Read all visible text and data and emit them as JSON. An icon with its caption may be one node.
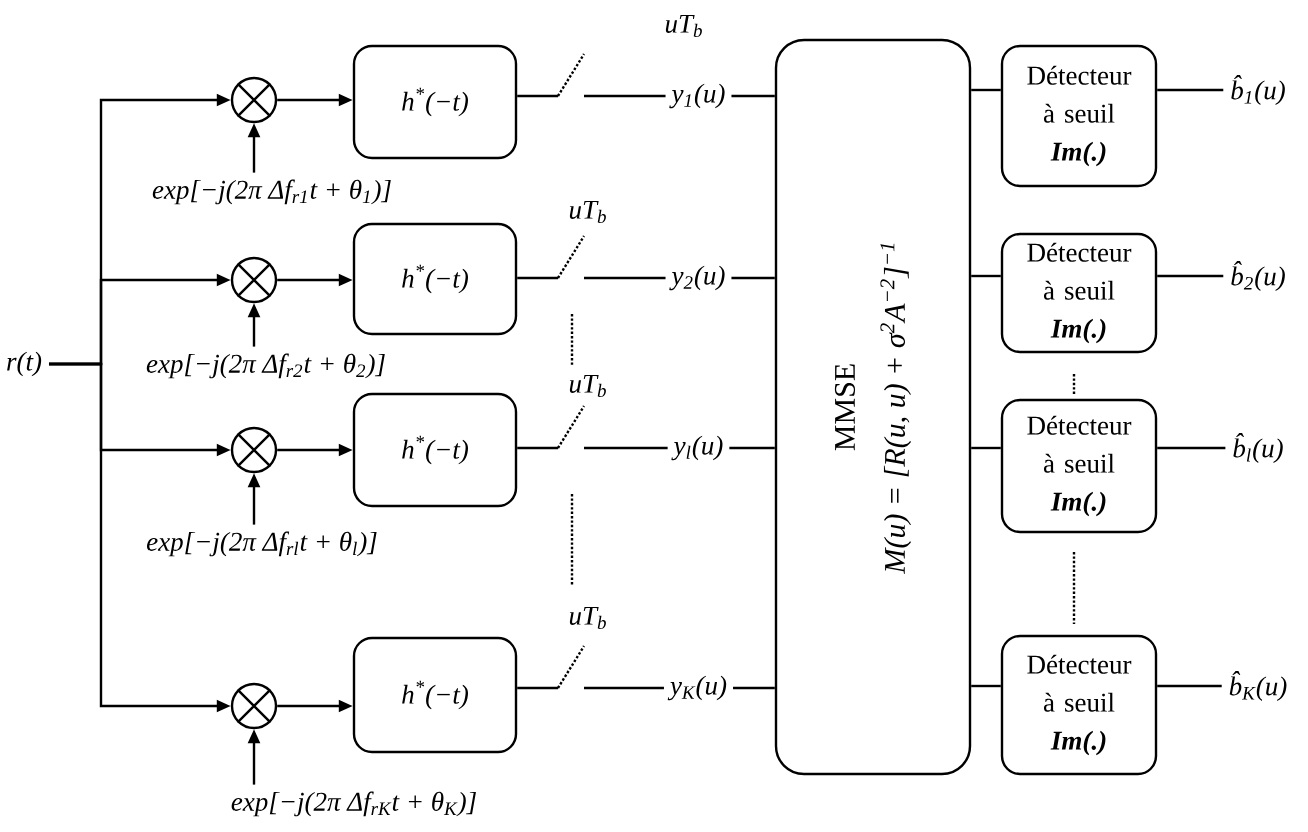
{
  "diagram": {
    "nodes": [
      {
        "text": [
          "r(t)"
        ]
      },
      {
        "text": [],
        "shape": "circle"
      },
      {
        "text": [],
        "shape": "circle"
      },
      {
        "text": [],
        "shape": "circle"
      },
      {
        "text": [],
        "shape": "circle"
      },
      {
        "text": [
          "exp[−j(2π Δf$_{r1}$t + θ$_{1}$)]"
        ]
      },
      {
        "text": [
          "exp[−j(2π Δf$_{r2}$t + θ$_{2}$)]"
        ]
      },
      {
        "text": [
          "exp[−j(2π Δf$_{rl}$t + θ$_{l}$)]"
        ]
      },
      {
        "text": [
          "exp[−j(2π Δf$_{rK}$t + θ$_{K}$)]"
        ]
      },
      {
        "text": [
          "h$^{*}$(−t)"
        ]
      },
      {
        "text": [
          "h$^{*}$(−t)"
        ]
      },
      {
        "text": [
          "h$^{*}$(−t)"
        ]
      },
      {
        "text": [
          "h$^{*}$(−t)"
        ]
      },
      {
        "text": [],
        "shape": "switch",
        "beside": [
          "uT$_{b}$"
        ]
      },
      {
        "text": [],
        "shape": "switch",
        "beside": [
          "uT$_{b}$"
        ]
      },
      {
        "text": [],
        "shape": "switch",
        "beside": [
          "uT$_{b}$"
        ]
      },
      {
        "text": [],
        "shape": "switch",
        "beside": [
          "uT$_{b}$"
        ]
      },
      {
        "text": [
          "MMSE",
          "M(u) = [R(u, u) + σ$^{2}$A$^{−2}$]$^{−1}$"
        ]
      },
      {
        "text": [
          "Détecteur à seuil",
          "Im(.)"
        ]
      },
      {
        "text": [
          "Détecteur à seuil",
          "Im(.)"
        ]
      },
      {
        "text": [
          "Détecteur à seuil",
          "Im(.)"
        ]
      },
      {
        "text": [
          "Détecteur à seuil",
          "Im(.)"
        ]
      },
      {
        "text": [
          "b̂$_{1}$(u)"
        ]
      },
      {
        "text": [
          "b̂$_{2}$(u)"
        ]
      },
      {
        "text": [
          "b̂$_{l}$(u)"
        ]
      },
      {
        "text": [
          "b̂$_{K}$(u)"
        ]
      }
    ],
    "edges": [
      {
        "from": 0,
        "to": 1,
        "arrow": "to"
      },
      {
        "from": 0,
        "to": 2,
        "arrow": "to"
      },
      {
        "from": 0,
        "to": 3,
        "arrow": "to"
      },
      {
        "from": 0,
        "to": 4,
        "arrow": "to"
      },
      {
        "from": 5,
        "to": 1,
        "arrow": "to"
      },
      {
        "from": 6,
        "to": 2,
        "arrow": "to"
      },
      {
        "from": 7,
        "to": 3,
        "arrow": "to"
      },
      {
        "from": 8,
        "to": 4,
        "arrow": "to"
      },
      {
        "from": 1,
        "to": 9,
        "arrow": "to"
      },
      {
        "from": 2,
        "to": 10,
        "arrow": "to"
      },
      {
        "from": 3,
        "to": 11,
        "arrow": "to"
      },
      {
        "from": 4,
        "to": 12,
        "arrow": "to"
      },
      {
        "from": 9,
        "to": 13,
        "arrow": "none"
      },
      {
        "from": 10,
        "to": 14,
        "arrow": "none"
      },
      {
        "from": 11,
        "to": 15,
        "arrow": "none"
      },
      {
        "from": 12,
        "to": 16,
        "arrow": "none"
      },
      {
        "from": 13,
        "to": 17,
        "arrow": "none",
        "label": "y$_{1}$(u)"
      },
      {
        "from": 14,
        "to": 17,
        "arrow": "none",
        "label": "y$_{2}$(u)"
      },
      {
        "from": 15,
        "to": 17,
        "arrow": "none",
        "label": "y$_{l}$(u)"
      },
      {
        "from": 16,
        "to": 17,
        "arrow": "none",
        "label": "y$_{K}$(u)"
      },
      {
        "from": 17,
        "to": 18,
        "arrow": "none"
      },
      {
        "from": 17,
        "to": 19,
        "arrow": "none"
      },
      {
        "from": 17,
        "to": 20,
        "arrow": "none"
      },
      {
        "from": 17,
        "to": 21,
        "arrow": "none"
      },
      {
        "from": 18,
        "to": 22,
        "arrow": "none"
      },
      {
        "from": 19,
        "to": 23,
        "arrow": "none"
      },
      {
        "from": 20,
        "to": 24,
        "arrow": "none"
      },
      {
        "from": 21,
        "to": 25,
        "arrow": "none"
      }
    ]
  }
}
